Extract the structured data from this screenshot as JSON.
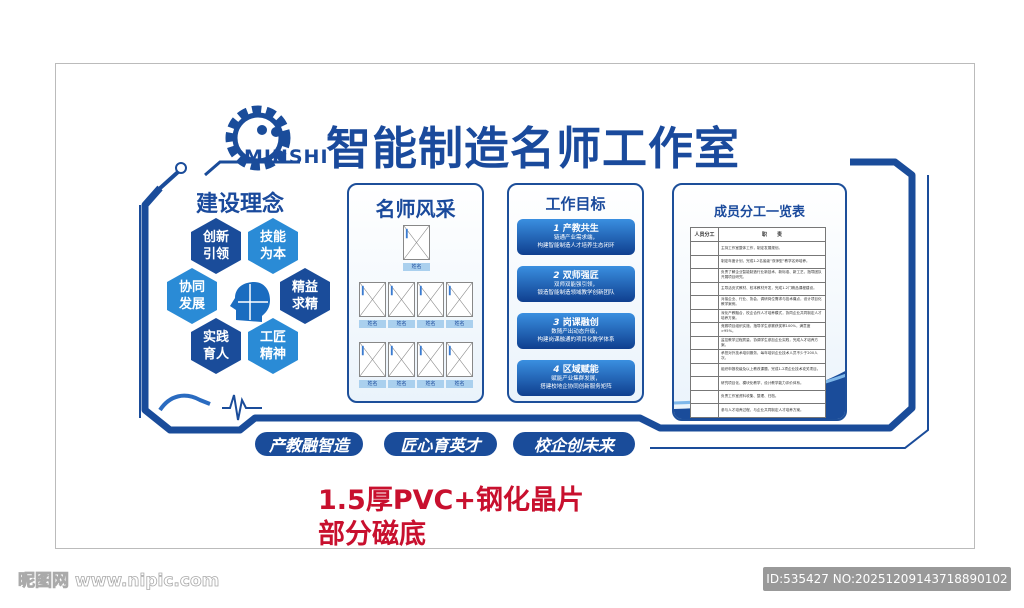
{
  "title": "智能制造名师工作室",
  "logo": {
    "text": "MINSHI"
  },
  "concept": {
    "heading": "建设理念",
    "items": [
      "创新引领",
      "技能为本",
      "协同发展",
      "精益求精",
      "实践育人",
      "工匠精神"
    ]
  },
  "teachers": {
    "heading": "名师风采",
    "photo_label": "姓名",
    "count": 9
  },
  "goals": {
    "heading": "工作目标",
    "items": [
      {
        "num": "1",
        "title": "产教共生",
        "lines": [
          "链通产业需求端，",
          "构建智能制造人才培养生态闭环"
        ]
      },
      {
        "num": "2",
        "title": "双师强匠",
        "lines": [
          "双师双能强引领，",
          "锻造智能制造领域教学创新团队"
        ]
      },
      {
        "num": "3",
        "title": "岗课融创",
        "lines": [
          "数随产出动态升级，",
          "构建岗课融通的项目化教学体系"
        ]
      },
      {
        "num": "4",
        "title": "区域赋能",
        "lines": [
          "赋能产业集群发展，",
          "搭建校地企协同创新服务矩阵"
        ]
      }
    ]
  },
  "members": {
    "heading": "成员分工一览表",
    "columns": [
      "人员分工",
      "职　　责"
    ],
    "rows": [
      "主持工作室整体工作，制定发展规划。",
      "制定年度计划，完成1-2名省级“双师型”教学名师培养。",
      "负责了解企业智能制造行业新技术、新标准、新工艺，指导团队开展项目研究。",
      "主导活页式教材、校本教材开发，完成1-2门精品课程建设。",
      "对接企业、行业、协会，调研岗位需求与技术痛点，设计项目化教学案例。",
      "深化产教融合，校企合作人才培养模式，协同企业共同制定人才培养方案。",
      "竞赛项目组织实施，指导学生参赛获奖率100%，满意度>95%。",
      "监控教学过程质量，协调学生参加企业实践，完成人才培养方案。",
      "承担对外技术培训服务，每年培训企业技术人员不少于200人次。",
      "组织申报校级及以上教改课题，完成1-2项企业技术攻关项目。",
      "研究项目化、模块化教学，设计教学能力评价体系。",
      "负责工作室资料收集、整理、归档。",
      "参与人才培养过程，与企业共同制定人才培养方案。"
    ]
  },
  "slogans": [
    "产教融智造",
    "匠心育英才",
    "校企创未来"
  ],
  "spec": {
    "line1": "1.5厚PVC+钢化晶片",
    "line2": "部分磁底"
  },
  "watermark": {
    "site": "昵图网 www.nipic.com",
    "id": "ID:535427 NO:20251209143718890102"
  },
  "colors": {
    "primary": "#1a4c9a",
    "accent": "#2a8bd6",
    "spec_text": "#c8102e"
  }
}
